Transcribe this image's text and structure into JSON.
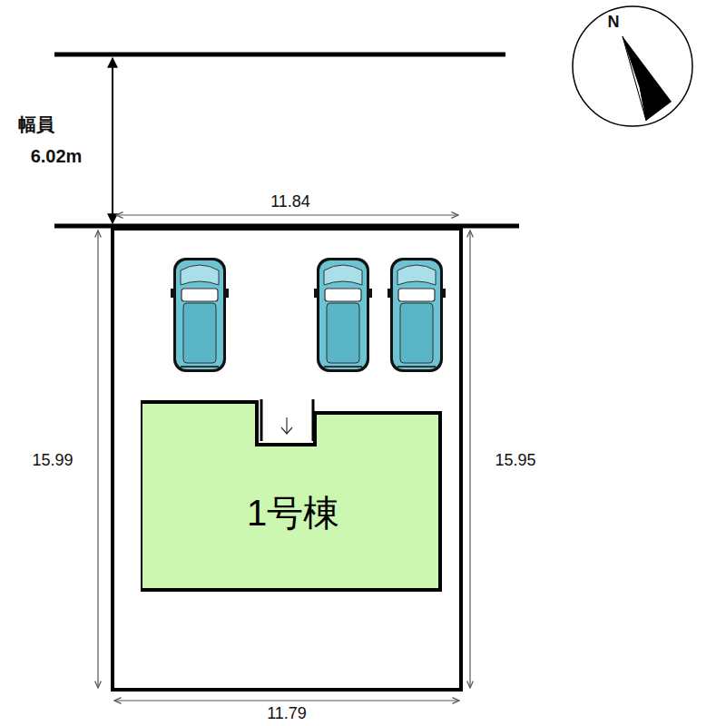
{
  "diagram": {
    "nodes": [
      {
        "text": [
          "1号棟"
        ]
      }
    ],
    "labels": [
      "N",
      "幅員",
      "6.02m",
      "11.84",
      "15.99",
      "15.95",
      "11.79"
    ]
  }
}
